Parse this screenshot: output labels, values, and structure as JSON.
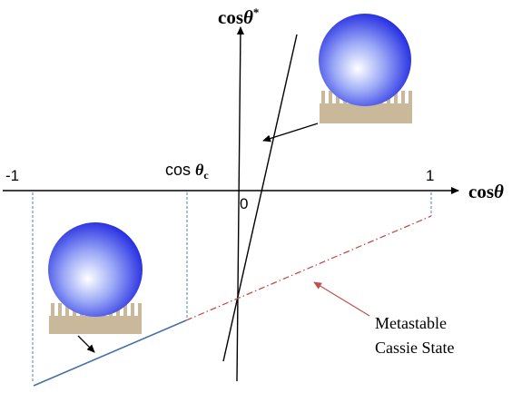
{
  "axes": {
    "x_label_main": "cos",
    "x_label_symbol": "θ",
    "y_label_main": "cos",
    "y_label_symbol": "θ",
    "y_label_superscript": "*",
    "origin_label": "0",
    "x_minus_one_label": "-1",
    "x_plus_one_label": "1",
    "critical_label_main": "cos ",
    "critical_label_symbol": "θ",
    "critical_label_subscript": "c"
  },
  "annotation": {
    "line1": "Metastable",
    "line2": "Cassie State"
  },
  "colors": {
    "droplet_center": "#ffffff",
    "droplet_mid": "#8f9ff5",
    "droplet_edge": "#1a22e0",
    "substrate": "#c9b99a",
    "metastable_line": "#c0504d",
    "cassie_line": "#4472a8",
    "guide_line": "#4f81bd",
    "axis": "#000000"
  },
  "icons": [
    "droplet-on-pillars-icon",
    "droplet-on-pillars-icon"
  ]
}
